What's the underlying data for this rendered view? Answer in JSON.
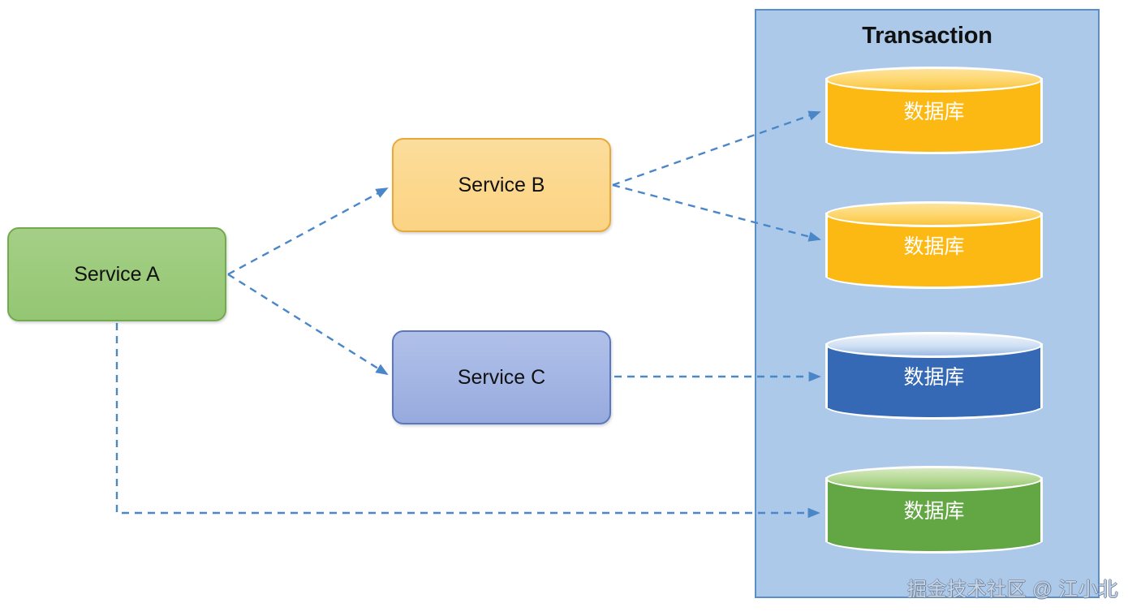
{
  "diagram": {
    "title_watermark": "掘金技术社区 @ 江小北",
    "panel": {
      "label": "Transaction",
      "fill_color": "#adc9ea",
      "border_color": "#5b8fc9"
    },
    "services": [
      {
        "id": "service-a",
        "label": "Service A",
        "fill_color": "#9ccb7c",
        "border_color": "#73a94f"
      },
      {
        "id": "service-b",
        "label": "Service B",
        "fill_color": "#fcd88e",
        "border_color": "#e9a93a"
      },
      {
        "id": "service-c",
        "label": "Service C",
        "fill_color": "#a4b6e4",
        "border_color": "#5b78bf"
      }
    ],
    "databases": [
      {
        "id": "db-1",
        "label": "数据库",
        "color_name": "yellow",
        "fill_color": "#fcb913"
      },
      {
        "id": "db-2",
        "label": "数据库",
        "color_name": "yellow",
        "fill_color": "#fcb913"
      },
      {
        "id": "db-3",
        "label": "数据库",
        "color_name": "blue",
        "fill_color": "#3568b5"
      },
      {
        "id": "db-4",
        "label": "数据库",
        "color_name": "green",
        "fill_color": "#62a744"
      }
    ],
    "connections": [
      {
        "from": "service-a",
        "to": "service-b",
        "style": "dashed",
        "arrow": true
      },
      {
        "from": "service-a",
        "to": "service-c",
        "style": "dashed",
        "arrow": true
      },
      {
        "from": "service-a",
        "to": "db-4",
        "style": "dashed",
        "arrow": true
      },
      {
        "from": "service-b",
        "to": "db-1",
        "style": "dashed",
        "arrow": true
      },
      {
        "from": "service-b",
        "to": "db-2",
        "style": "dashed",
        "arrow": true
      },
      {
        "from": "service-c",
        "to": "db-3",
        "style": "dashed",
        "arrow": true
      }
    ],
    "connector_color": "#4a87c8"
  }
}
